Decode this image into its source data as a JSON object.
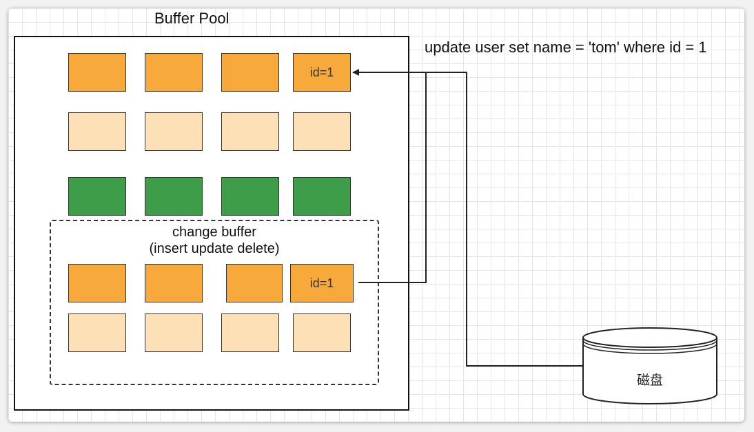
{
  "buffer_pool": {
    "title": "Buffer Pool",
    "hot_page_label": "id=1"
  },
  "change_buffer": {
    "title": "change buffer",
    "subtitle": "(insert update delete)",
    "hot_page_label": "id=1"
  },
  "sql_statement": "update user set name = 'tom' where id = 1",
  "disk": {
    "label": "磁盘"
  },
  "colors": {
    "hot_page": "#f8a93c",
    "light_page": "#fde0b6",
    "green_page": "#3d9d48",
    "line": "#222222"
  }
}
